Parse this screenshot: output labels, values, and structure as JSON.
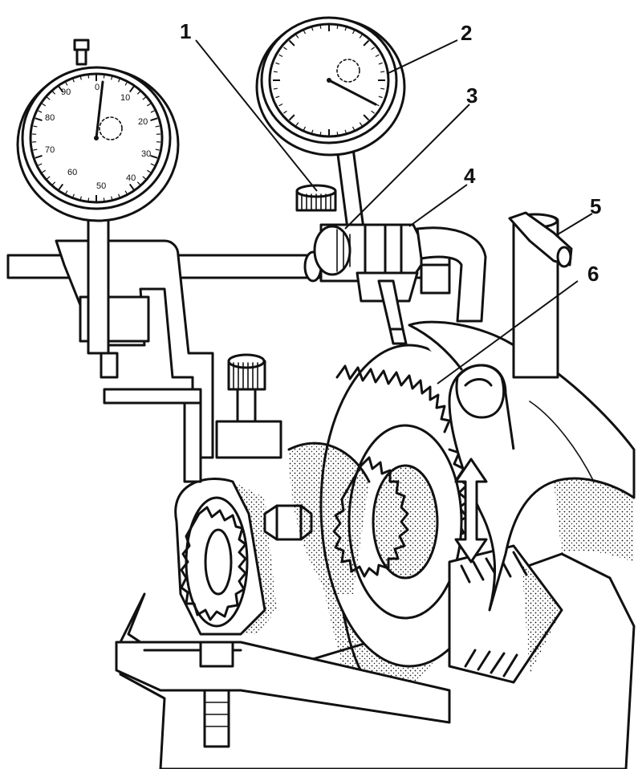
{
  "callouts": [
    {
      "id": "1",
      "label": "1"
    },
    {
      "id": "2",
      "label": "2"
    },
    {
      "id": "3",
      "label": "3"
    },
    {
      "id": "4",
      "label": "4"
    },
    {
      "id": "5",
      "label": "5"
    },
    {
      "id": "6",
      "label": "6"
    }
  ],
  "left_dial": {
    "scale_labels": [
      "0",
      "10",
      "20",
      "30",
      "40",
      "50",
      "60",
      "70",
      "80",
      "90"
    ]
  },
  "icons": {
    "motion_arrow": "double-headed-arrow-icon"
  }
}
